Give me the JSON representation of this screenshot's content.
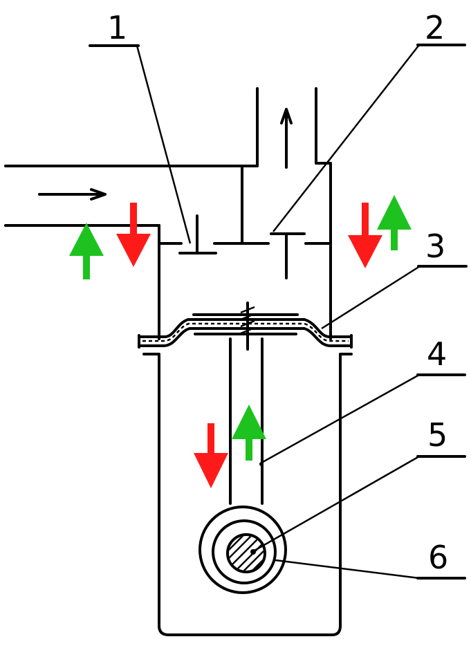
{
  "labels": [
    "1",
    "2",
    "3",
    "4",
    "5",
    "6"
  ],
  "colors": {
    "line": "#000000",
    "down_arrow": "#ff1a1a",
    "up_arrow": "#1ec21e",
    "background": "#ffffff"
  },
  "arrow_pairs": [
    {
      "location": "inlet-valve",
      "up_color": "green",
      "down_color": "red"
    },
    {
      "location": "outlet-valve",
      "up_color": "green",
      "down_color": "red"
    },
    {
      "location": "connecting-rod",
      "up_color": "green",
      "down_color": "red"
    }
  ],
  "flow": {
    "inlet": "right-arrow",
    "outlet": "up-arrow"
  }
}
